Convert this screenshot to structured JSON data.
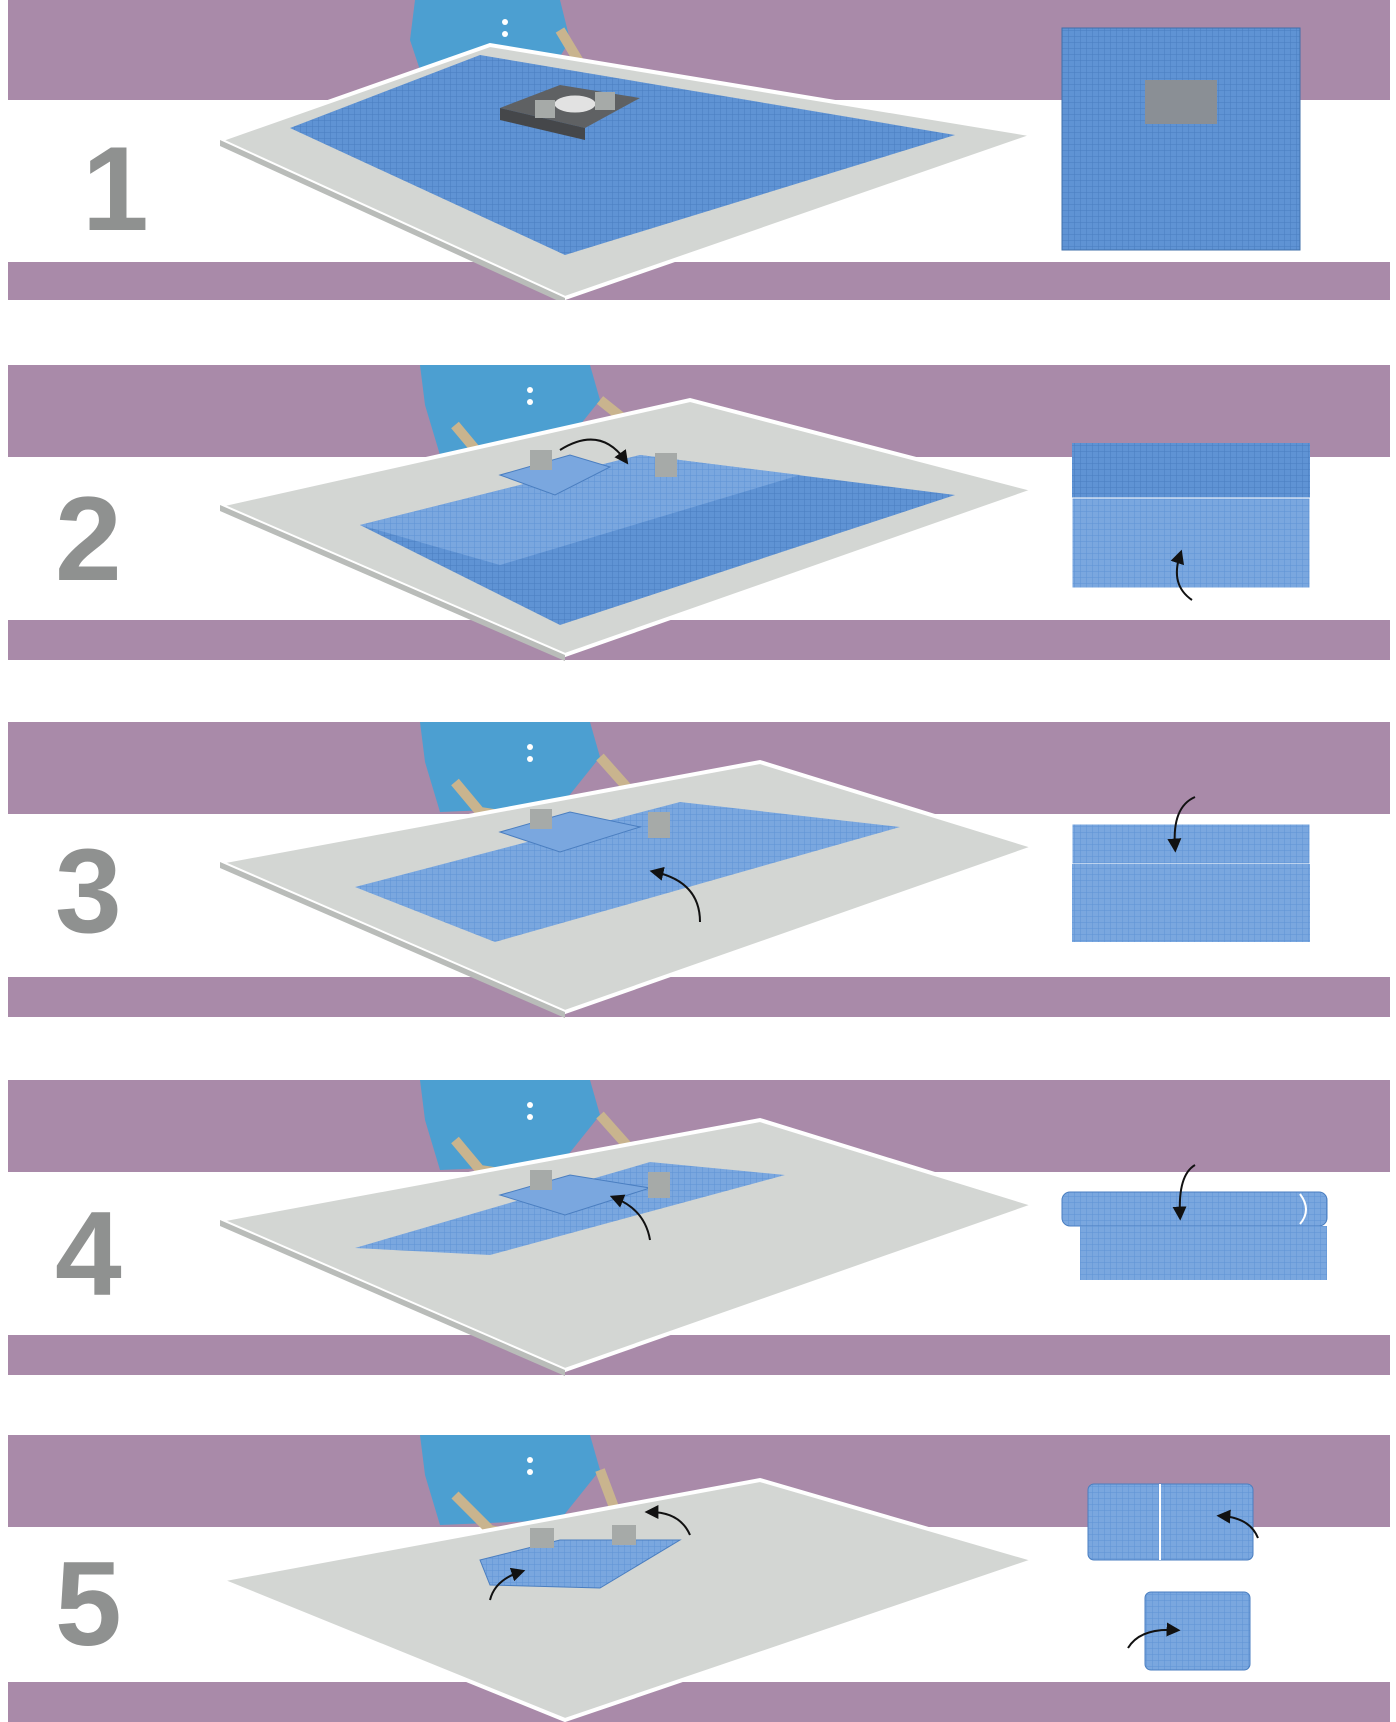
{
  "colors": {
    "band": "#a98aa9",
    "background": "#ffffff",
    "table": "#d3d6d3",
    "table_edge": "#b9bcb9",
    "cloth": "#5f93d4",
    "cloth_light": "#7aa7df",
    "cloth_grid": "#4a7ec0",
    "tray": "#5f6163",
    "scrub": "#4c9fd1",
    "glove": "#a6aaa8",
    "number": "#8f9190"
  },
  "steps": [
    {
      "number": "1",
      "icons": [
        "person-icon",
        "instrument-tray-icon",
        "wrap-flat-icon"
      ]
    },
    {
      "number": "2",
      "icons": [
        "person-icon",
        "fold-arrow-icon",
        "wrap-fold-bottom-icon"
      ]
    },
    {
      "number": "3",
      "icons": [
        "person-icon",
        "fold-arrow-icon",
        "wrap-fold-top-icon"
      ]
    },
    {
      "number": "4",
      "icons": [
        "person-icon",
        "fold-arrow-icon",
        "wrap-rolled-icon"
      ]
    },
    {
      "number": "5",
      "icons": [
        "person-icon",
        "fold-arrow-icon",
        "wrap-package-icon"
      ]
    }
  ]
}
